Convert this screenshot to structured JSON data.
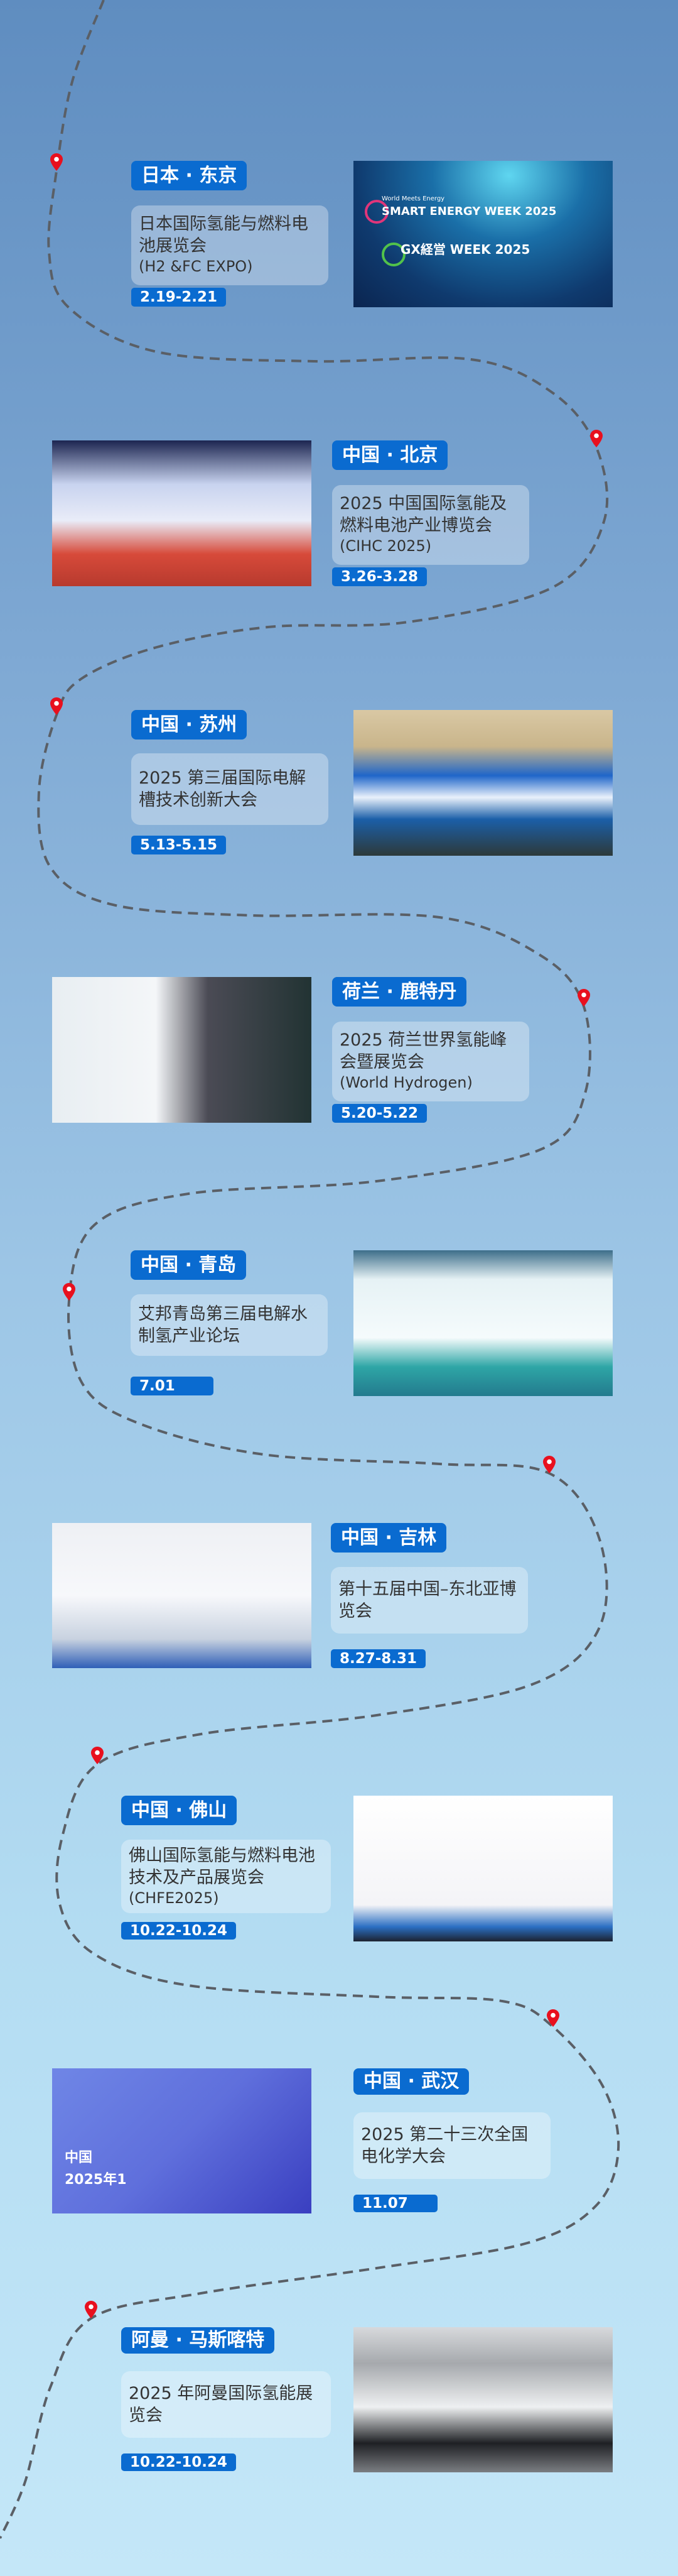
{
  "colors": {
    "accent": "#0a6bd0",
    "pin": "#e8101e",
    "route": "#5a5f66"
  },
  "events": [
    {
      "location": "日本 · 东京",
      "title": "日本国际氢能与燃料电池展览会",
      "subtitle": "(H2 &FC EXPO)",
      "date": "2.19-2.21",
      "photo_text": {
        "line1": "World Meets Energy",
        "line2": "SMART ENERGY WEEK 2025",
        "line3": "GX経営 WEEK 2025"
      }
    },
    {
      "location": "中国 · 北京",
      "title": "2025 中国国际氢能及燃料电池产业博览会",
      "subtitle": "(CIHC 2025)",
      "date": "3.26-3.28"
    },
    {
      "location": "中国 · 苏州",
      "title": "2025 第三届国际电解槽技术创新大会",
      "date": "5.13-5.15"
    },
    {
      "location": "荷兰 · 鹿特丹",
      "title": "2025 荷兰世界氢能峰会暨展览会",
      "subtitle": "(World Hydrogen)",
      "date": "5.20-5.22"
    },
    {
      "location": "中国 · 青岛",
      "title": "艾邦青岛第三届电解水制氢产业论坛",
      "date": "7.01"
    },
    {
      "location": "中国 · 吉林",
      "title": "第十五届中国–东北亚博览会",
      "date": "8.27-8.31"
    },
    {
      "location": "中国 · 佛山",
      "title": "佛山国际氢能与燃料电池技术及产品展览会",
      "subtitle": "(CHFE2025)",
      "date": "10.22-10.24"
    },
    {
      "location": "中国 · 武汉",
      "title": "2025 第二十三次全国电化学大会",
      "date": "11.07",
      "photo_text": {
        "line1": "中国",
        "line2": "2025年1"
      }
    },
    {
      "location": "阿曼 · 马斯喀特",
      "title": "2025 年阿曼国际氢能展览会",
      "date": "10.22-10.24"
    }
  ]
}
